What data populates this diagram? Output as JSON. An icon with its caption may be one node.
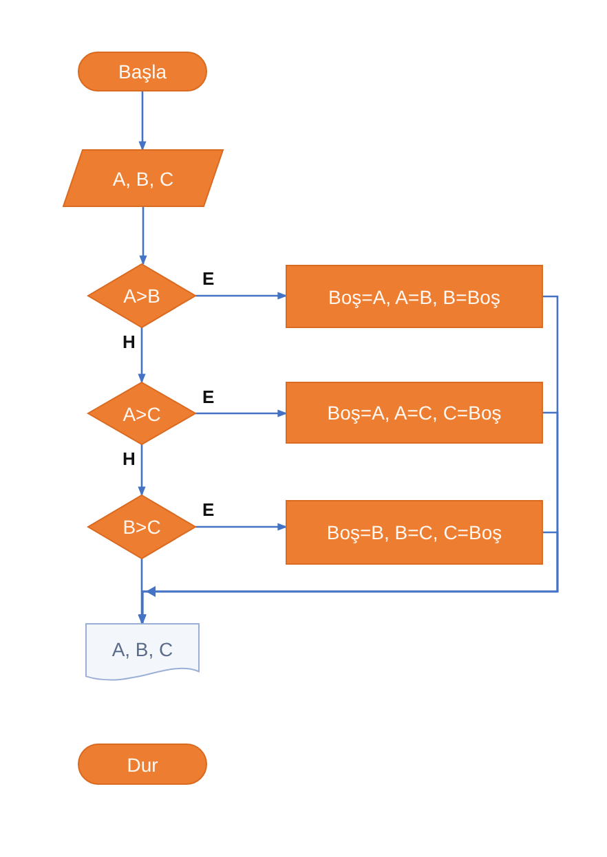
{
  "diagram": {
    "nodes": [
      {
        "text": [
          "Başla"
        ]
      },
      {
        "text": [
          "A, B, C"
        ]
      },
      {
        "text": [
          "A>B"
        ]
      },
      {
        "text": [
          "Boş=A, A=B, B=Boş"
        ]
      },
      {
        "text": [
          "A>C"
        ]
      },
      {
        "text": [
          "Boş=A, A=C, C=Boş"
        ]
      },
      {
        "text": [
          "B>C"
        ]
      },
      {
        "text": [
          "Boş=B, B=C, C=Boş"
        ]
      },
      {
        "text": [
          "A, B, C"
        ]
      },
      {
        "text": [
          "Dur"
        ]
      }
    ],
    "edges": [
      {
        "from": 0,
        "to": 1,
        "arrow": "to"
      },
      {
        "from": 1,
        "to": 2,
        "arrow": "to"
      },
      {
        "from": 2,
        "to": 3,
        "arrow": "to",
        "label": "E"
      },
      {
        "from": 2,
        "to": 4,
        "arrow": "to",
        "label": "H"
      },
      {
        "from": 4,
        "to": 5,
        "arrow": "to",
        "label": "E"
      },
      {
        "from": 4,
        "to": 6,
        "arrow": "to",
        "label": "H"
      },
      {
        "from": 6,
        "to": 7,
        "arrow": "to",
        "label": "E"
      },
      {
        "from": 6,
        "to": 8,
        "arrow": "to"
      },
      {
        "from": 3,
        "to": 8,
        "arrow": "to"
      },
      {
        "from": 5,
        "to": 8,
        "arrow": "to"
      },
      {
        "from": 7,
        "to": 8,
        "arrow": "to"
      }
    ]
  }
}
